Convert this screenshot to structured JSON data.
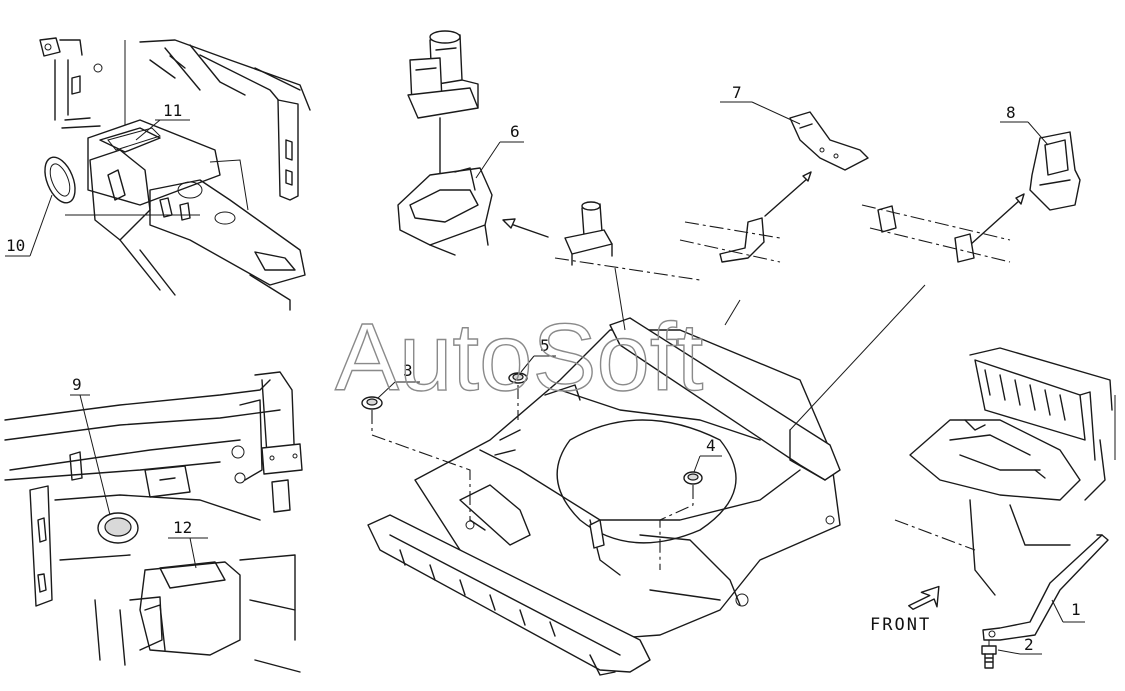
{
  "watermark": "AutoSoft",
  "direction_label": "FRONT",
  "callouts": [
    {
      "id": "1",
      "label": "1"
    },
    {
      "id": "2",
      "label": "2"
    },
    {
      "id": "3",
      "label": "3"
    },
    {
      "id": "4",
      "label": "4"
    },
    {
      "id": "5",
      "label": "5"
    },
    {
      "id": "6",
      "label": "6"
    },
    {
      "id": "7",
      "label": "7"
    },
    {
      "id": "8",
      "label": "8"
    },
    {
      "id": "9",
      "label": "9"
    },
    {
      "id": "10",
      "label": "10"
    },
    {
      "id": "11",
      "label": "11"
    },
    {
      "id": "12",
      "label": "12"
    }
  ]
}
